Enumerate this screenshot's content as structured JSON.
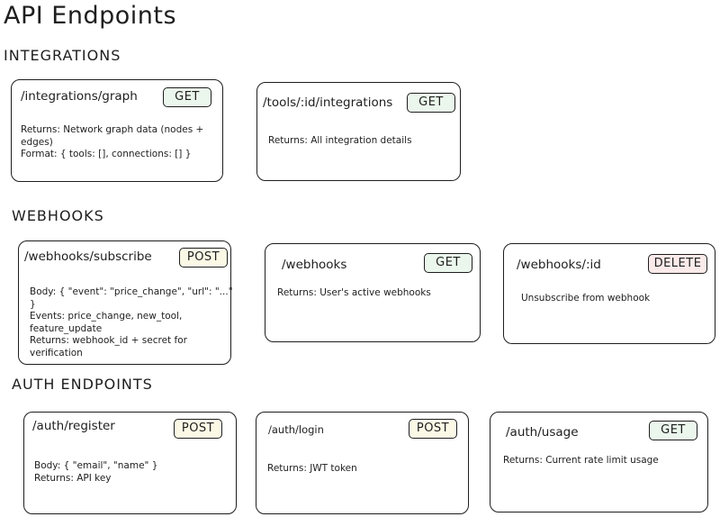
{
  "title": "API Endpoints",
  "colors": {
    "get_bg": "#ebf7ec",
    "post_bg": "#fbf8e6",
    "delete_bg": "#fbeaea"
  },
  "sections": {
    "integrations": "INTEGRATIONS",
    "webhooks": "WEBHOOKS",
    "auth": "AUTH ENDPOINTS"
  },
  "cards": {
    "integrations_graph": {
      "path": "/integrations/graph",
      "method": "GET",
      "lines": [
        "Returns: Network graph data (nodes +",
        "edges)",
        "Format: { tools: [], connections: [] }"
      ]
    },
    "tools_integrations": {
      "path": "/tools/:id/integrations",
      "method": "GET",
      "lines": [
        "Returns: All integration details"
      ]
    },
    "webhooks_subscribe": {
      "path": "/webhooks/subscribe",
      "method": "POST",
      "lines": [
        "Body: { \"event\": \"price_change\", \"url\": \"...\"",
        "}",
        "Events: price_change, new_tool,",
        "feature_update",
        "Returns: webhook_id + secret for",
        "verification"
      ]
    },
    "webhooks": {
      "path": "/webhooks",
      "method": "GET",
      "lines": [
        "Returns: User's active webhooks"
      ]
    },
    "webhooks_id": {
      "path": "/webhooks/:id",
      "method": "DELETE",
      "lines": [
        "Unsubscribe from webhook"
      ]
    },
    "auth_register": {
      "path": "/auth/register",
      "method": "POST",
      "lines": [
        "Body: { \"email\", \"name\" }",
        "Returns: API key"
      ]
    },
    "auth_login": {
      "path": "/auth/login",
      "method": "POST",
      "lines": [
        "Returns: JWT token"
      ]
    },
    "auth_usage": {
      "path": "/auth/usage",
      "method": "GET",
      "lines": [
        "Returns: Current rate limit usage"
      ]
    }
  }
}
